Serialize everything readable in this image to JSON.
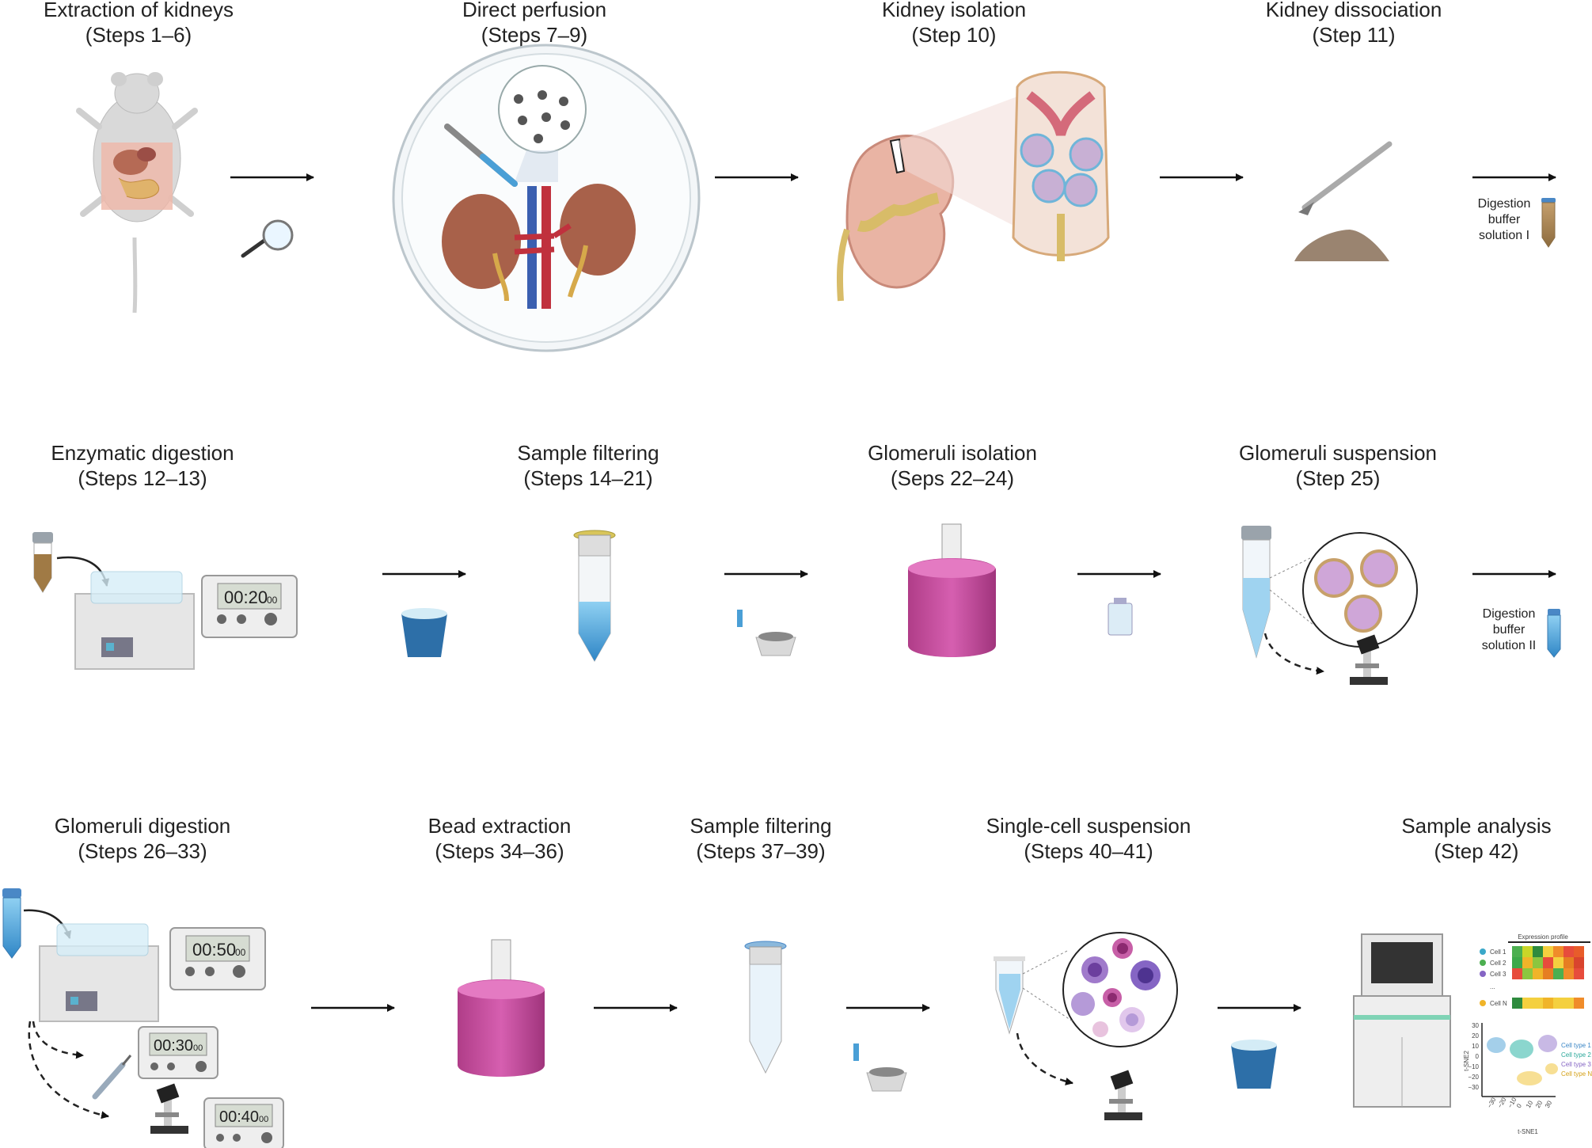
{
  "steps": [
    {
      "title": "Extraction of kidneys",
      "steps": "(Steps 1–6)"
    },
    {
      "title": "Direct perfusion",
      "steps": "(Steps 7–9)"
    },
    {
      "title": "Kidney isolation",
      "steps": "(Step 10)"
    },
    {
      "title": "Kidney dissociation",
      "steps": "(Step 11)"
    },
    {
      "title": "Enzymatic digestion",
      "steps": "(Steps 12–13)"
    },
    {
      "title": "Sample filtering",
      "steps": "(Steps 14–21)"
    },
    {
      "title": "Glomeruli isolation",
      "steps": "(Seps 22–24)"
    },
    {
      "title": "Glomeruli suspension",
      "steps": "(Step 25)"
    },
    {
      "title": "Glomeruli digestion",
      "steps": "(Steps 26–33)"
    },
    {
      "title": "Bead extraction",
      "steps": "(Steps 34–36)"
    },
    {
      "title": "Sample filtering",
      "steps": "(Steps 37–39)"
    },
    {
      "title": "Single-cell suspension",
      "steps": "(Steps 40–41)"
    },
    {
      "title": "Sample analysis",
      "steps": "(Step 42)"
    }
  ],
  "buffers": {
    "buffer1": {
      "line1": "Digestion",
      "line2": "buffer",
      "line3": "solution I"
    },
    "buffer2": {
      "line1": "Digestion",
      "line2": "buffer",
      "line3": "solution II"
    }
  },
  "timers": {
    "t1": {
      "main": "00:20",
      "sub": "00"
    },
    "t2": {
      "main": "00:50",
      "sub": "00"
    },
    "t3": {
      "main": "00:30",
      "sub": "00"
    },
    "t4": {
      "main": "00:40",
      "sub": "00"
    }
  },
  "analysis": {
    "expression_title": "Expression profile",
    "cells": [
      "Cell 1",
      "Cell 2",
      "Cell 3",
      "...",
      "Cell N"
    ],
    "cell_types": [
      "Cell type 1",
      "Cell type 2",
      "Cell type 3",
      "Cell type N"
    ],
    "tsne_x_label": "t-SNE1",
    "tsne_y_label": "t-SNE2",
    "tsne_y_ticks": [
      "30",
      "20",
      "10",
      "0",
      "−10",
      "−20",
      "−30"
    ],
    "tsne_x_ticks": [
      "−30",
      "−20",
      "−10",
      "0",
      "10",
      "20",
      "30"
    ]
  },
  "colors": {
    "arrow": "#111111",
    "kidney": "#a8614a",
    "magenta": "#c94a9c",
    "tube_blue": "#4a9fd6",
    "brown_tissue": "#9a8470"
  }
}
